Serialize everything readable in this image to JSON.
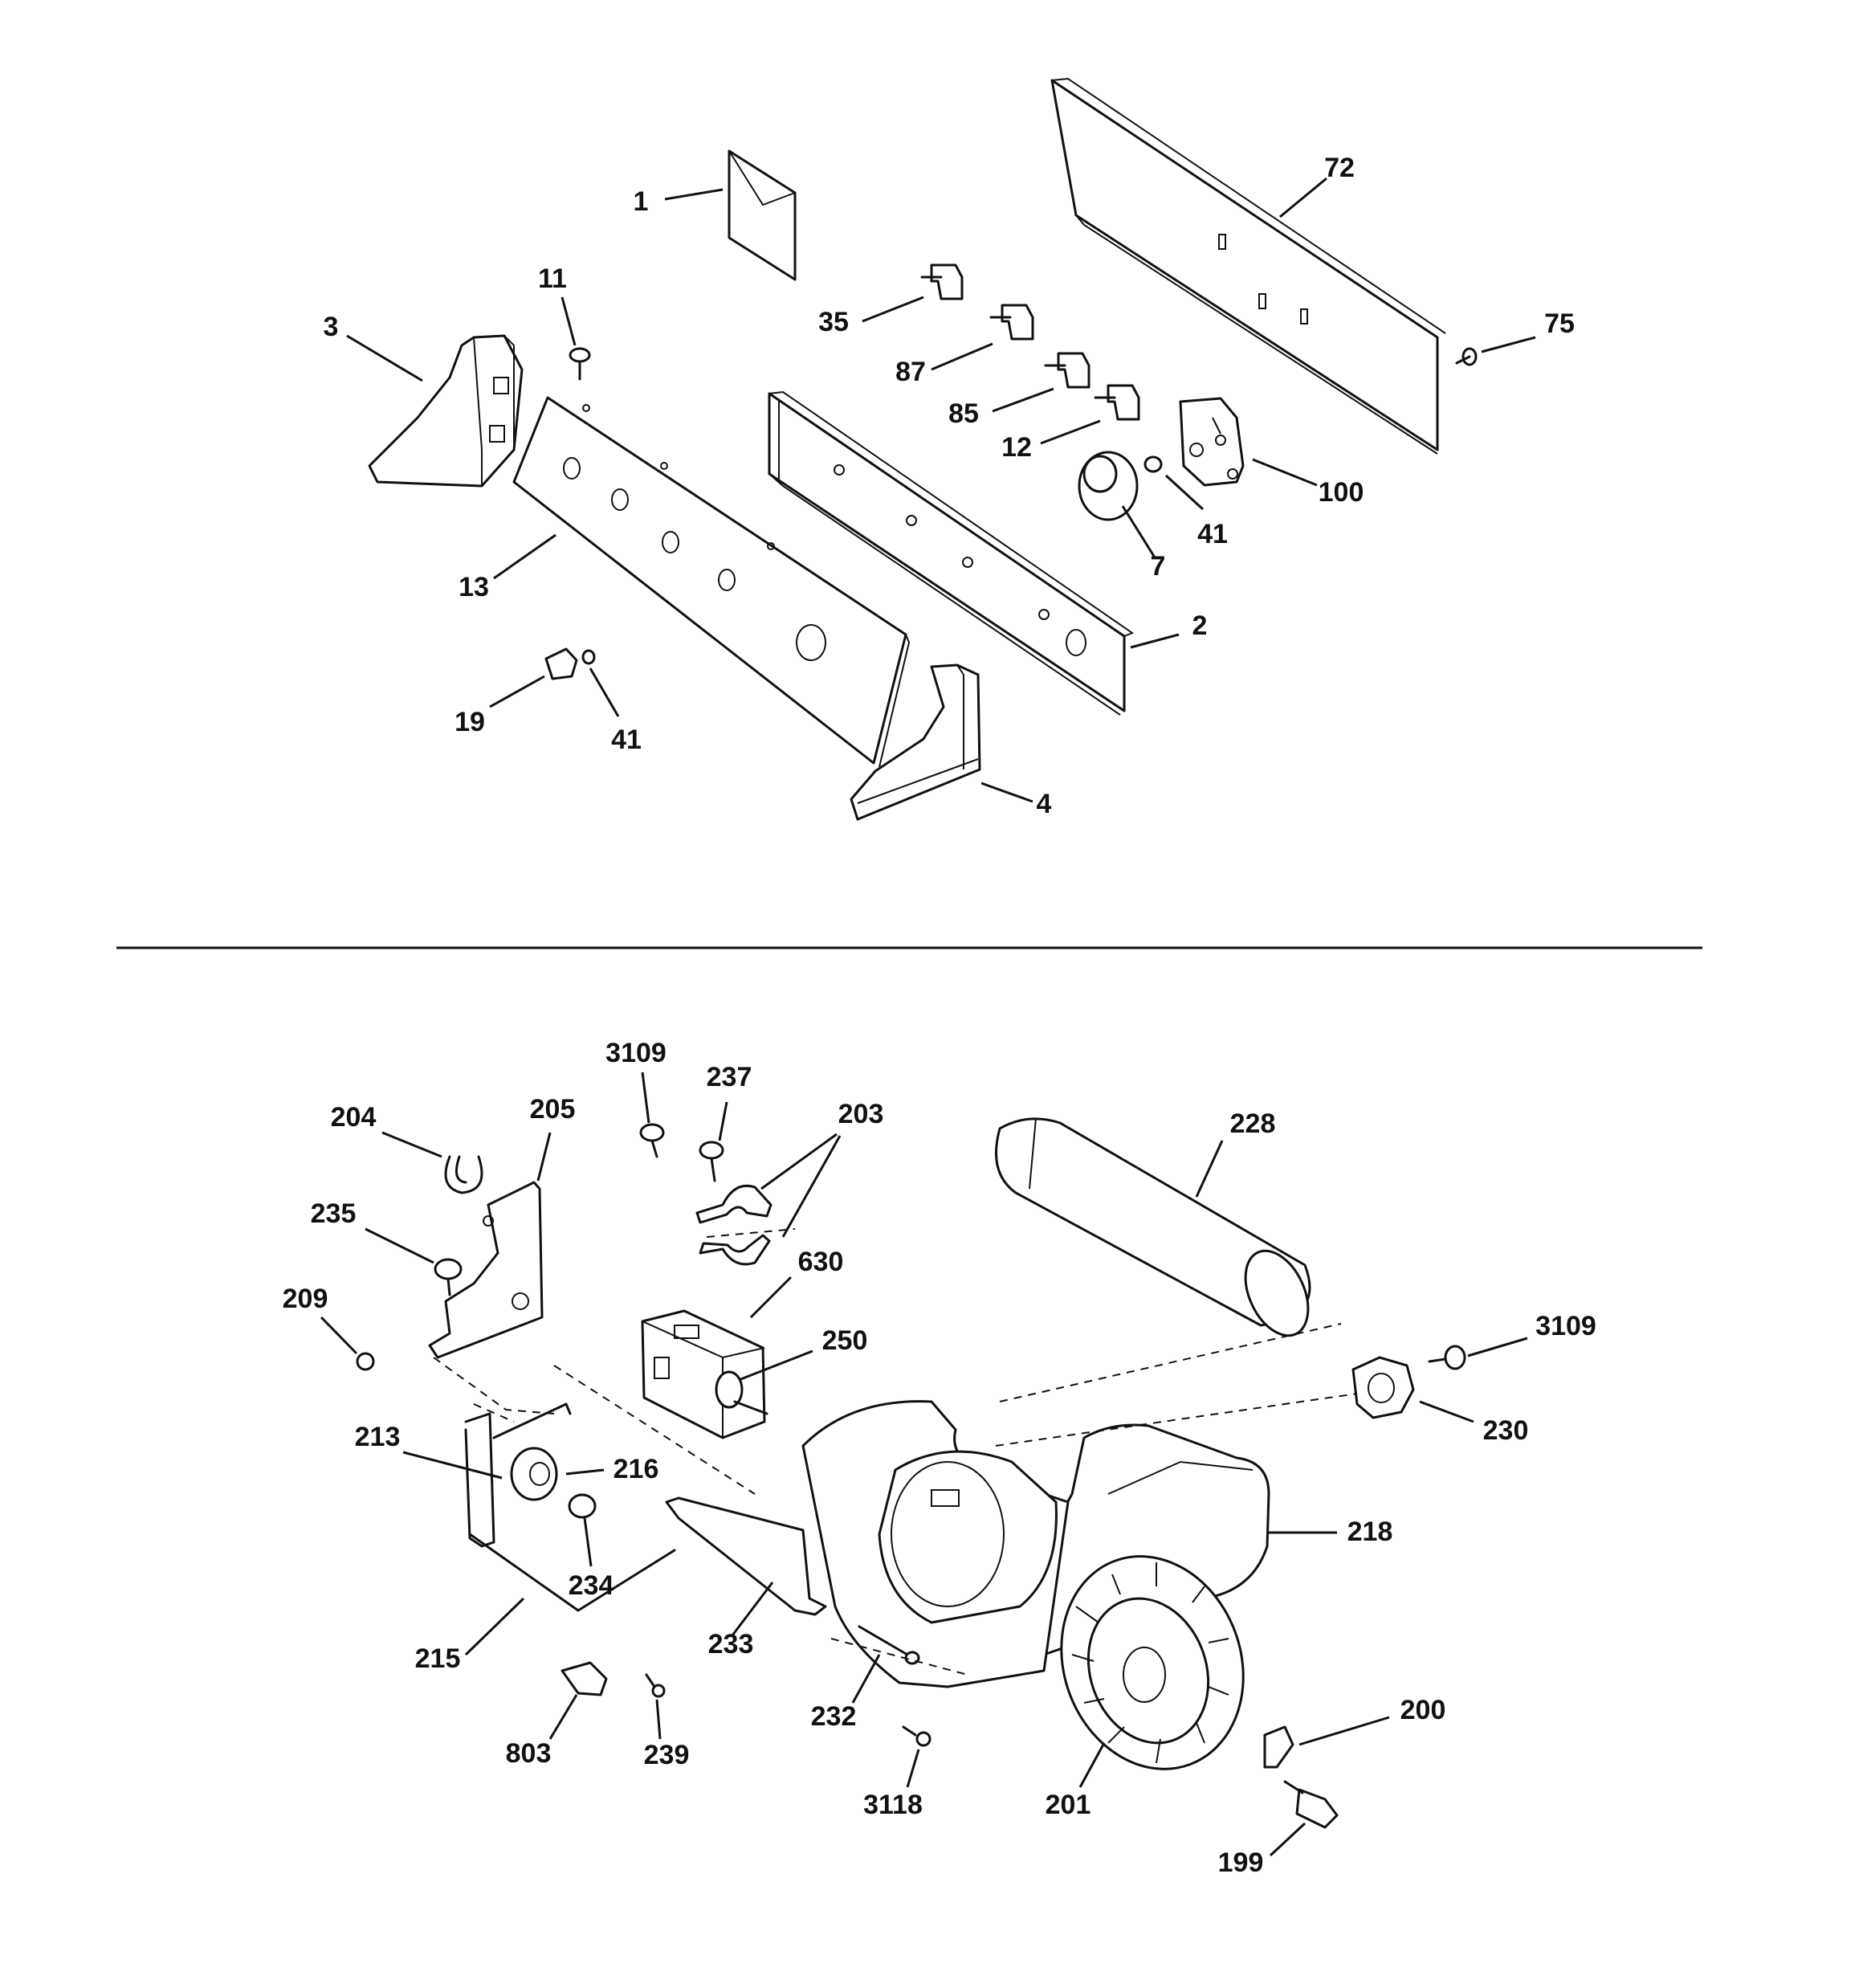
{
  "callouts": {
    "c1": "1",
    "c72": "72",
    "c11": "11",
    "c3": "3",
    "c35": "35",
    "c75": "75",
    "c87": "87",
    "c85": "85",
    "c12": "12",
    "c100": "100",
    "c41a": "41",
    "c7": "7",
    "c13": "13",
    "c2": "2",
    "c19": "19",
    "c41b": "41",
    "c4": "4",
    "c3109a": "3109",
    "c237": "237",
    "c203": "203",
    "c228": "228",
    "c204": "204",
    "c205": "205",
    "c235": "235",
    "c630": "630",
    "c209": "209",
    "c250": "250",
    "c3109b": "3109",
    "c230": "230",
    "c213": "213",
    "c216": "216",
    "c218": "218",
    "c234": "234",
    "c215": "215",
    "c233": "233",
    "c232": "232",
    "c200": "200",
    "c803": "803",
    "c239": "239",
    "c3118": "3118",
    "c201": "201",
    "c199": "199"
  }
}
